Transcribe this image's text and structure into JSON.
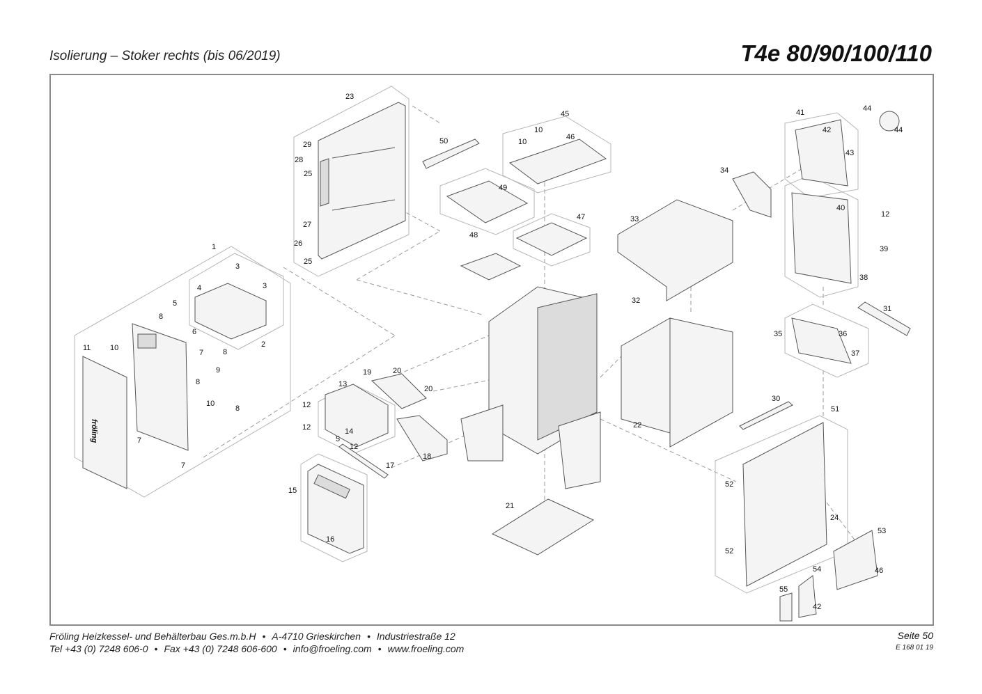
{
  "header": {
    "title": "Isolierung – Stoker rechts (bis 06/2019)",
    "model": "T4e 80/90/100/110"
  },
  "footer": {
    "company": "Fröling Heizkessel- und Behälterbau Ges.m.b.H",
    "address": "A-4710 Grieskirchen",
    "street": "Industriestraße 12",
    "phone": "Tel +43 (0) 7248 606-0",
    "fax": "Fax +43 (0) 7248 606-600",
    "email": "info@froeling.com",
    "web": "www.froeling.com",
    "page": "Seite 50",
    "doc_number": "E 168 01 19",
    "separator": "•"
  },
  "diagram": {
    "part_labels": [
      "1",
      "2",
      "3",
      "3",
      "4",
      "5",
      "5",
      "6",
      "7",
      "7",
      "7",
      "8",
      "8",
      "8",
      "8",
      "9",
      "10",
      "10",
      "10",
      "10",
      "11",
      "12",
      "12",
      "12",
      "12",
      "13",
      "14",
      "15",
      "16",
      "17",
      "18",
      "19",
      "20",
      "20",
      "21",
      "22",
      "23",
      "24",
      "25",
      "25",
      "26",
      "27",
      "28",
      "29",
      "30",
      "31",
      "32",
      "33",
      "34",
      "35",
      "36",
      "37",
      "38",
      "39",
      "40",
      "41",
      "42",
      "42",
      "43",
      "44",
      "44",
      "45",
      "46",
      "46",
      "47",
      "48",
      "49",
      "50",
      "51",
      "52",
      "52",
      "53",
      "54",
      "55"
    ],
    "brand_text": "fröling"
  }
}
